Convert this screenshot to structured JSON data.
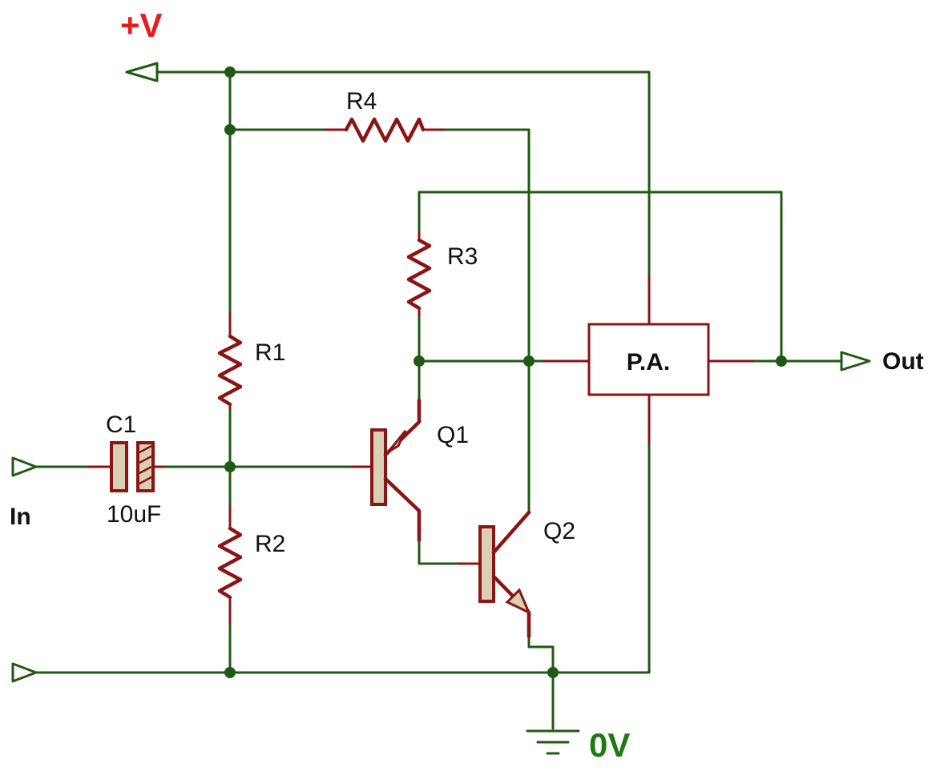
{
  "rails": {
    "positive": {
      "label": "+V",
      "color": "#e81c1c"
    },
    "ground": {
      "label": "0V",
      "color": "#1f7a12"
    }
  },
  "ports": {
    "input": "In",
    "output": "Out"
  },
  "components": {
    "r1": "R1",
    "r2": "R2",
    "r3": "R3",
    "r4": "R4",
    "c1": {
      "ref": "C1",
      "value": "10uF"
    },
    "q1": "Q1",
    "q2": "Q2",
    "pa": "P.A."
  },
  "colors": {
    "wire": "#1f5a12",
    "component": "#8b1414",
    "plate_fill": "#d8cfb4"
  }
}
